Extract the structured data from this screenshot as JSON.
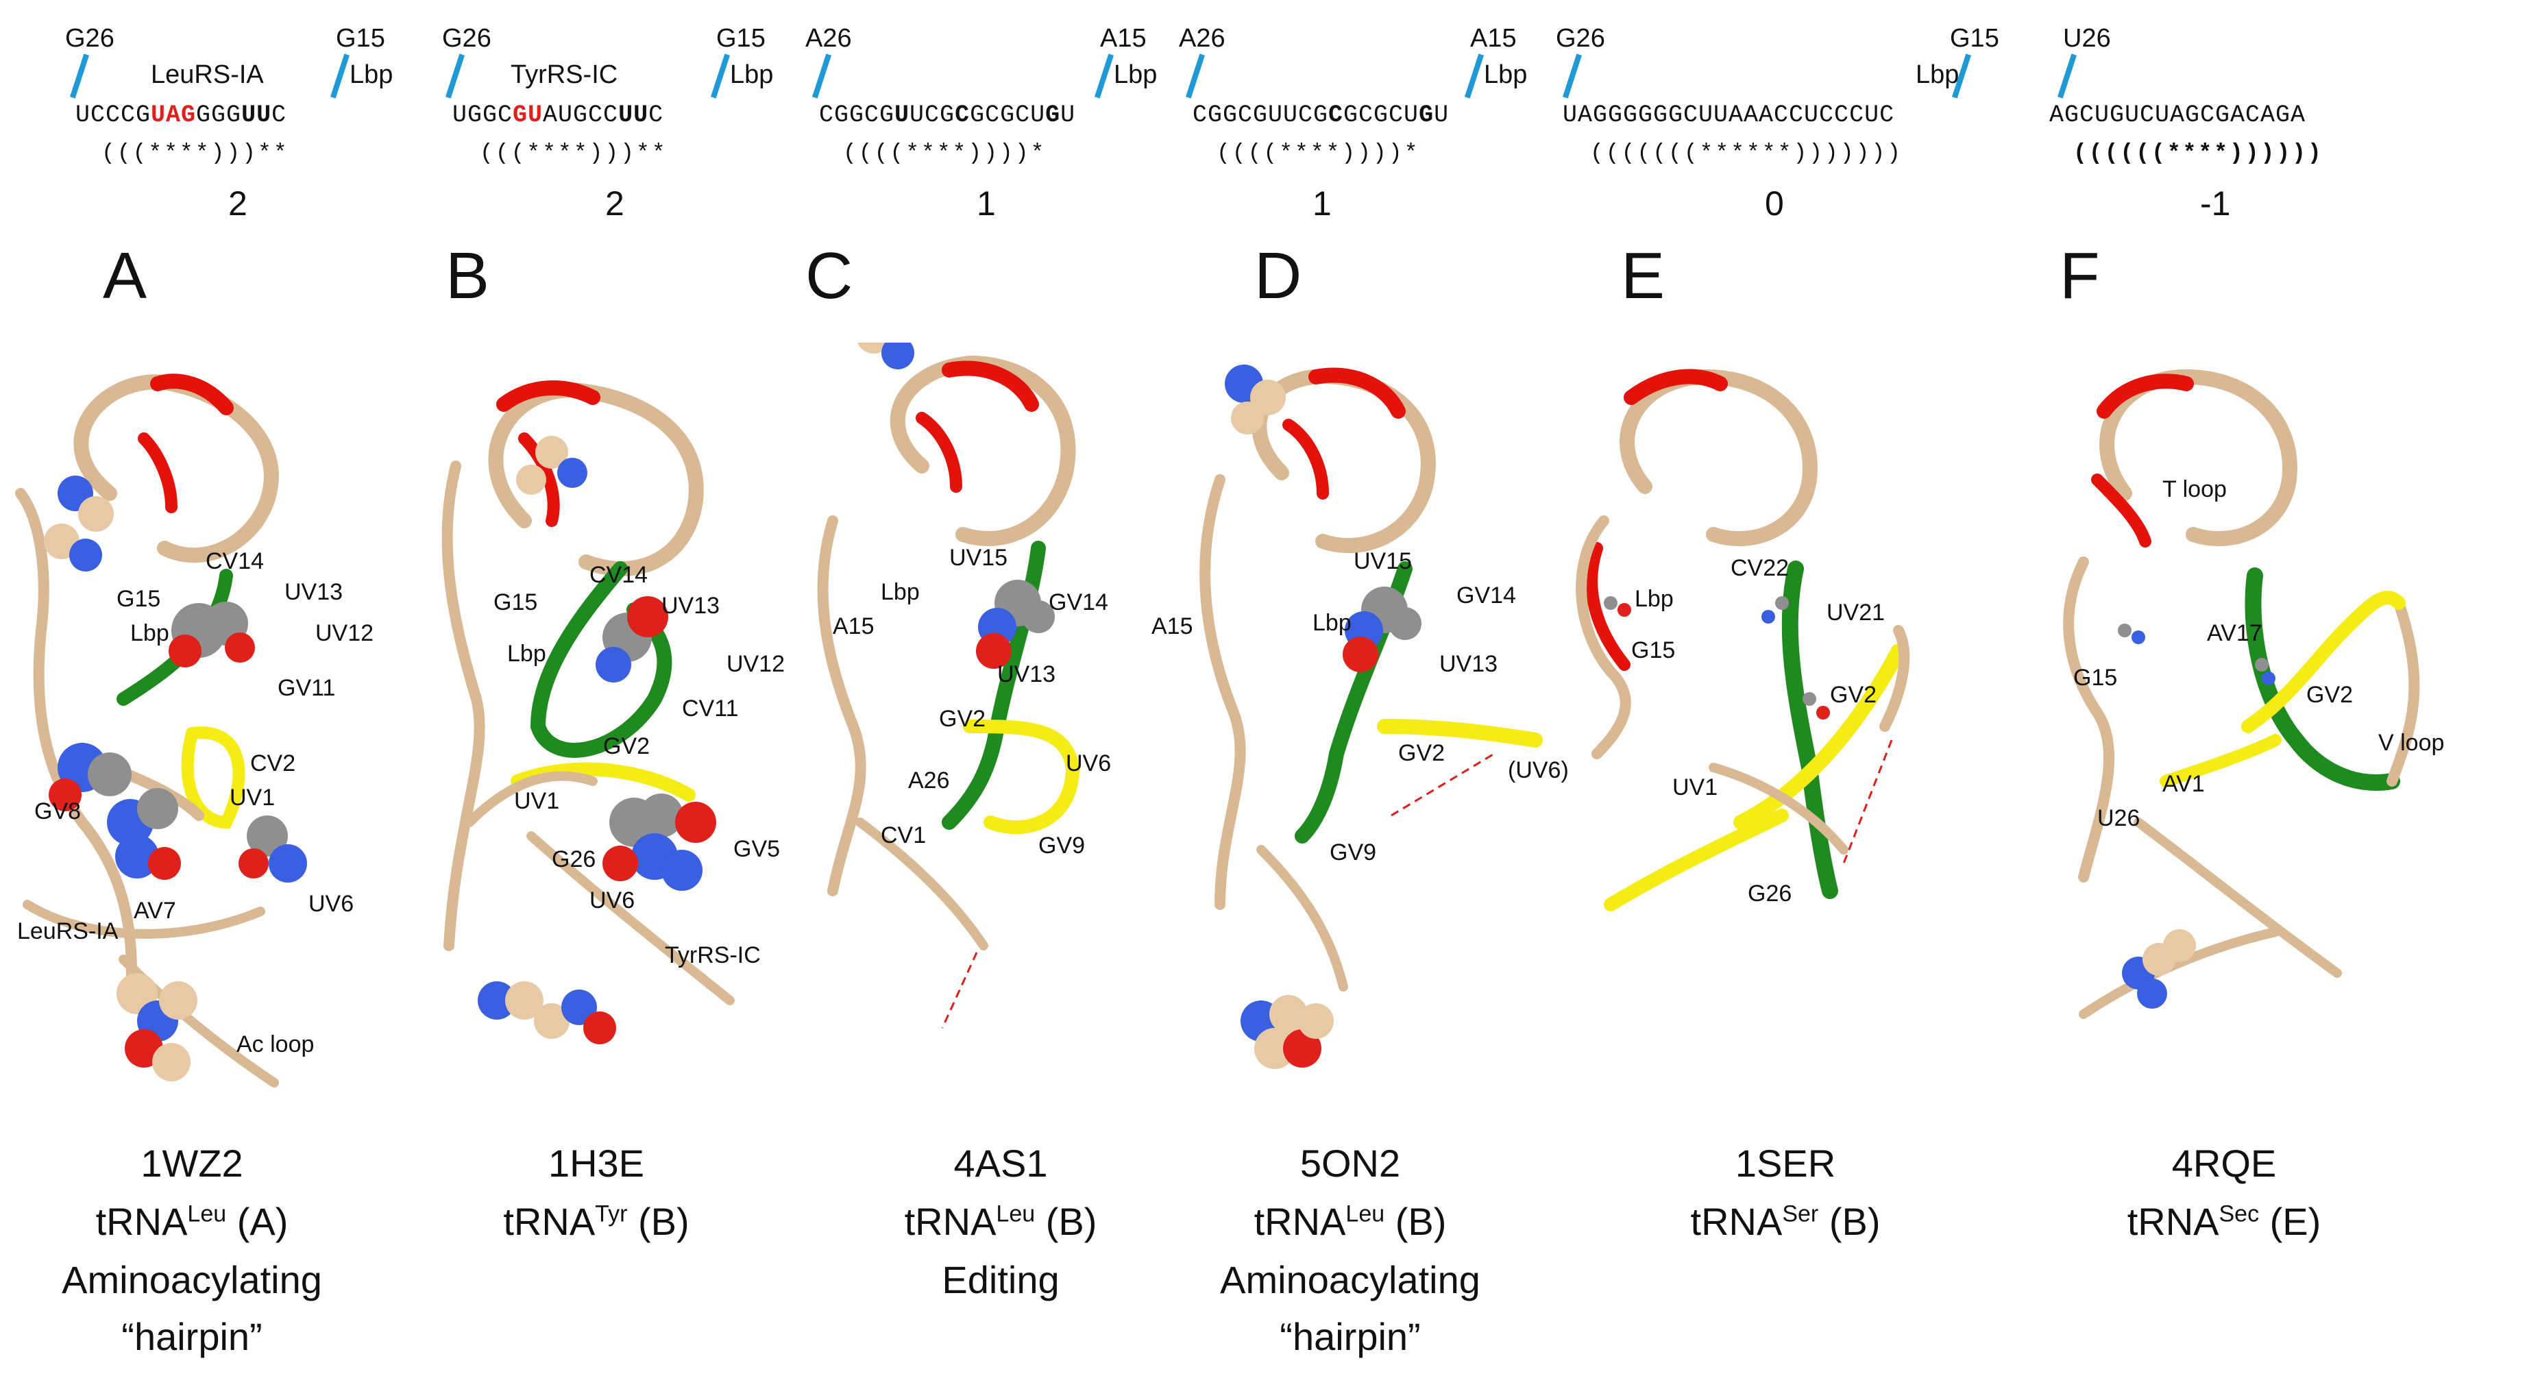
{
  "panels": [
    {
      "letter": "A",
      "anchor_left": "G26",
      "anchor_right": "G15",
      "mid_label": "LeuRS-IA",
      "right_label": "Lbp",
      "seq_parts": [
        {
          "t": "UCCCG",
          "s": ""
        },
        {
          "t": "UAG",
          "s": "red"
        },
        {
          "t": "GGG",
          "s": ""
        },
        {
          "t": "UU",
          "s": "bold"
        },
        {
          "t": "C",
          "s": ""
        }
      ],
      "dotbracket": "(((****)))**",
      "score": "2",
      "labels": {
        "g15": "G15",
        "lbp": "Lbp",
        "cv14": "CV14",
        "uv13": "UV13",
        "uv12": "UV12",
        "gv11": "GV11",
        "cv2": "CV2",
        "uv1": "UV1",
        "gv8": "GV8",
        "av7": "AV7",
        "uv6": "UV6",
        "enzyme": "LeuRS-IA",
        "acloop": "Ac loop"
      },
      "pdb": "1WZ2",
      "trna": "tRNA",
      "trna_sup": "Leu",
      "trna_class": "(A)",
      "extra1": "Aminoacylating",
      "extra2": "“hairpin”"
    },
    {
      "letter": "B",
      "anchor_left": "G26",
      "anchor_right": "G15",
      "mid_label": "TyrRS-IC",
      "right_label": "Lbp",
      "seq_parts": [
        {
          "t": "UGGC",
          "s": ""
        },
        {
          "t": "GU",
          "s": "red"
        },
        {
          "t": "AUGCC",
          "s": ""
        },
        {
          "t": "UU",
          "s": "bold"
        },
        {
          "t": "C",
          "s": ""
        }
      ],
      "dotbracket": "(((****)))**",
      "score": "2",
      "labels": {
        "g15": "G15",
        "lbp": "Lbp",
        "cv14": "CV14",
        "uv13": "UV13",
        "uv12": "UV12",
        "cv11": "CV11",
        "gv2": "GV2",
        "uv1": "UV1",
        "g26": "G26",
        "uv6": "UV6",
        "gv5": "GV5",
        "enzyme": "TyrRS-IC"
      },
      "pdb": "1H3E",
      "trna": "tRNA",
      "trna_sup": "Tyr",
      "trna_class": "(B)",
      "extra1": "",
      "extra2": ""
    },
    {
      "letter": "C",
      "anchor_left": "A26",
      "anchor_right": "A15",
      "mid_label": "",
      "right_label": "Lbp",
      "seq_parts": [
        {
          "t": "CGGCG",
          "s": ""
        },
        {
          "t": "U",
          "s": "bold"
        },
        {
          "t": "UCG",
          "s": ""
        },
        {
          "t": "C",
          "s": "bold"
        },
        {
          "t": "GCGCU",
          "s": ""
        },
        {
          "t": "G",
          "s": "bold"
        },
        {
          "t": "U",
          "s": ""
        }
      ],
      "dotbracket": "((((****))))*",
      "score": "1",
      "labels": {
        "a15": "A15",
        "lbp": "Lbp",
        "uv15": "UV15",
        "gv14": "GV14",
        "uv13": "UV13",
        "gv2": "GV2",
        "a26": "A26",
        "cv1": "CV1",
        "uv6": "UV6",
        "gv9": "GV9"
      },
      "pdb": "4AS1",
      "trna": "tRNA",
      "trna_sup": "Leu",
      "trna_class": "(B)",
      "extra1": "Editing",
      "extra2": ""
    },
    {
      "letter": "D",
      "anchor_left": "A26",
      "anchor_right": "A15",
      "mid_label": "",
      "right_label": "Lbp",
      "seq_parts": [
        {
          "t": "CGGCGUUCG",
          "s": ""
        },
        {
          "t": "C",
          "s": "bold"
        },
        {
          "t": "GCGCU",
          "s": ""
        },
        {
          "t": "G",
          "s": "bold"
        },
        {
          "t": "U",
          "s": ""
        }
      ],
      "dotbracket": "((((****))))*",
      "score": "1",
      "labels": {
        "a15": "A15",
        "lbp": "Lbp",
        "uv15": "UV15",
        "gv14": "GV14",
        "uv13": "UV13",
        "gv2": "GV2",
        "uv6": "(UV6)",
        "gv9": "GV9"
      },
      "pdb": "5ON2",
      "trna": "tRNA",
      "trna_sup": "Leu",
      "trna_class": "(B)",
      "extra1": "Aminoacylating",
      "extra2": "“hairpin”"
    },
    {
      "letter": "E",
      "anchor_left": "G26",
      "anchor_right": "G15",
      "mid_label": "",
      "right_label": "Lbp",
      "seq_parts": [
        {
          "t": "UAGGGGGGCUUAAACCUCCCUC",
          "s": ""
        }
      ],
      "dotbracket": "(((((((******)))))))",
      "score": "0",
      "labels": {
        "lbp": "Lbp",
        "g15": "G15",
        "cv22": "CV22",
        "uv21": "UV21",
        "gv2": "GV2",
        "uv1": "UV1",
        "g26": "G26"
      },
      "pdb": "1SER",
      "trna": "tRNA",
      "trna_sup": "Ser",
      "trna_class": "(B)",
      "extra1": "",
      "extra2": ""
    },
    {
      "letter": "F",
      "anchor_left": "U26",
      "anchor_right": "",
      "mid_label": "",
      "right_label": "",
      "seq_parts": [
        {
          "t": "AGCUGUCUAGCGACAGA",
          "s": ""
        }
      ],
      "dotbracket": "((((((****))))))",
      "score": "-1",
      "labels": {
        "tloop": "T loop",
        "g15": "G15",
        "av17": "AV17",
        "gv2": "GV2",
        "vloop": "V loop",
        "av1": "AV1",
        "u26": "U26"
      },
      "pdb": "4RQE",
      "trna": "tRNA",
      "trna_sup": "Sec",
      "trna_class": "(E)",
      "extra1": "",
      "extra2": ""
    }
  ],
  "colors": {
    "backbone": "#d9b894",
    "tloop": "#e3120b",
    "vhelix": "#1f8a1f",
    "vloop": "#f4ec14",
    "tick": "#1f9ad6",
    "carbon": "#8f8f8f",
    "nitrogen": "#3a5fe0",
    "oxygen": "#e0201b"
  }
}
